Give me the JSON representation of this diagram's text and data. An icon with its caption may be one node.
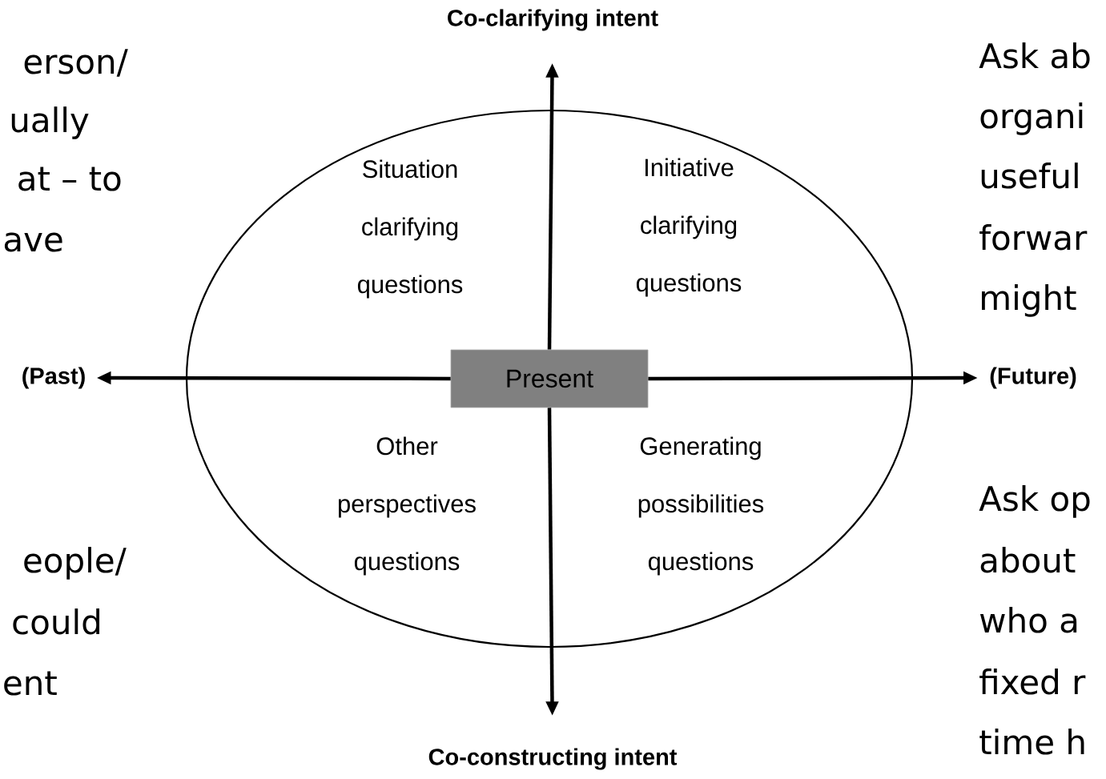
{
  "diagram": {
    "nodes": [
      {
        "text": [],
        "shape": "ellipse"
      },
      {
        "text": [
          "Present"
        ],
        "in": 0
      },
      {
        "text": [
          "Co-clarifying intent"
        ]
      },
      {
        "text": [
          "Co-constructing intent"
        ]
      },
      {
        "text": [
          "(Past)"
        ]
      },
      {
        "text": [
          "(Future)"
        ]
      }
    ],
    "edges": [
      {
        "from": 1,
        "to": 2,
        "arrow": "to"
      },
      {
        "from": 1,
        "to": 3,
        "arrow": "to"
      },
      {
        "from": 1,
        "to": 4,
        "arrow": "to"
      },
      {
        "from": 1,
        "to": 5,
        "arrow": "to"
      }
    ],
    "labels": [
      "erson/",
      "Ask ab",
      "ually",
      "organi",
      "Situation clarifying questions",
      "Initiative clarifying questions",
      "at – to",
      "useful",
      "ave",
      "forwar",
      "might",
      "Other perspectives questions",
      "Generating possibilities questions",
      "Ask op",
      "eople/",
      "about",
      "could",
      "who a",
      "ent",
      "fixed r",
      "time h"
    ]
  }
}
